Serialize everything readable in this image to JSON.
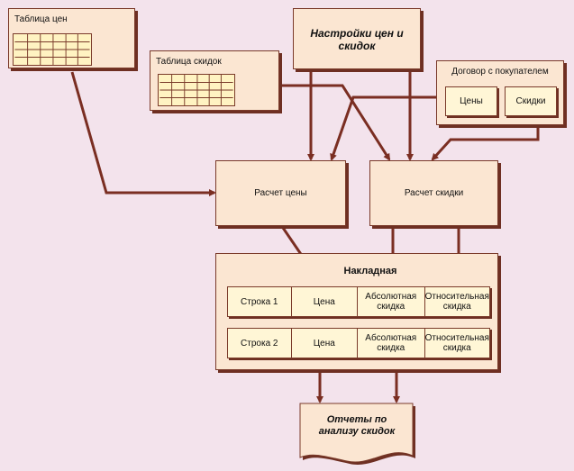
{
  "price_table": {
    "title": "Таблица цен"
  },
  "discount_table": {
    "title": "Таблица скидок"
  },
  "settings": {
    "title": "Настройки цен и скидок"
  },
  "contract": {
    "title": "Договор с покупателем",
    "prices": "Цены",
    "discounts": "Скидки"
  },
  "price_calc": {
    "title": "Расчет цены"
  },
  "discount_calc": {
    "title": "Расчет скидки"
  },
  "invoice": {
    "title": "Накладная",
    "rows": [
      {
        "name": "Строка 1",
        "price": "Цена",
        "abs": "Абсолютная скидка",
        "rel": "Относительная скидка"
      },
      {
        "name": "Строка 2",
        "price": "Цена",
        "abs": "Абсолютная скидка",
        "rel": "Относительная скидка"
      }
    ]
  },
  "reports": {
    "title": "Отчеты по анализу скидок"
  },
  "colors": {
    "background": "#f3e3ec",
    "box": "#fbe6d2",
    "cell": "#fff6d6",
    "arrow": "#7a2e22"
  }
}
